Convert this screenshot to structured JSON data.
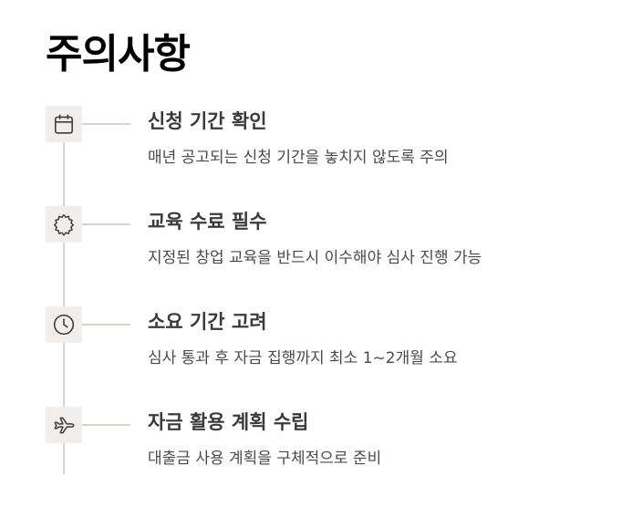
{
  "page": {
    "title": "주의사항"
  },
  "items": [
    {
      "icon": "calendar-icon",
      "title": "신청 기간 확인",
      "description": "매년 공고되는 신청 기간을 놓치지 않도록 주의"
    },
    {
      "icon": "badge-icon",
      "title": "교육 수료 필수",
      "description": "지정된 창업 교육을 반드시 이수해야 심사 진행 가능"
    },
    {
      "icon": "clock-icon",
      "title": "소요 기간 고려",
      "description": "심사 통과 후 자금 집행까지 최소 1~2개월 소요"
    },
    {
      "icon": "plane-icon",
      "title": "자금 활용 계획 수립",
      "description": "대출금 사용 계획을 구체적으로 준비"
    }
  ],
  "colors": {
    "title": "#000000",
    "item_title": "#3a3a3a",
    "item_desc": "#4a4a4a",
    "icon_bg": "#f1efed",
    "line": "#d6d3d1",
    "icon_stroke": "#3f3f3f"
  }
}
